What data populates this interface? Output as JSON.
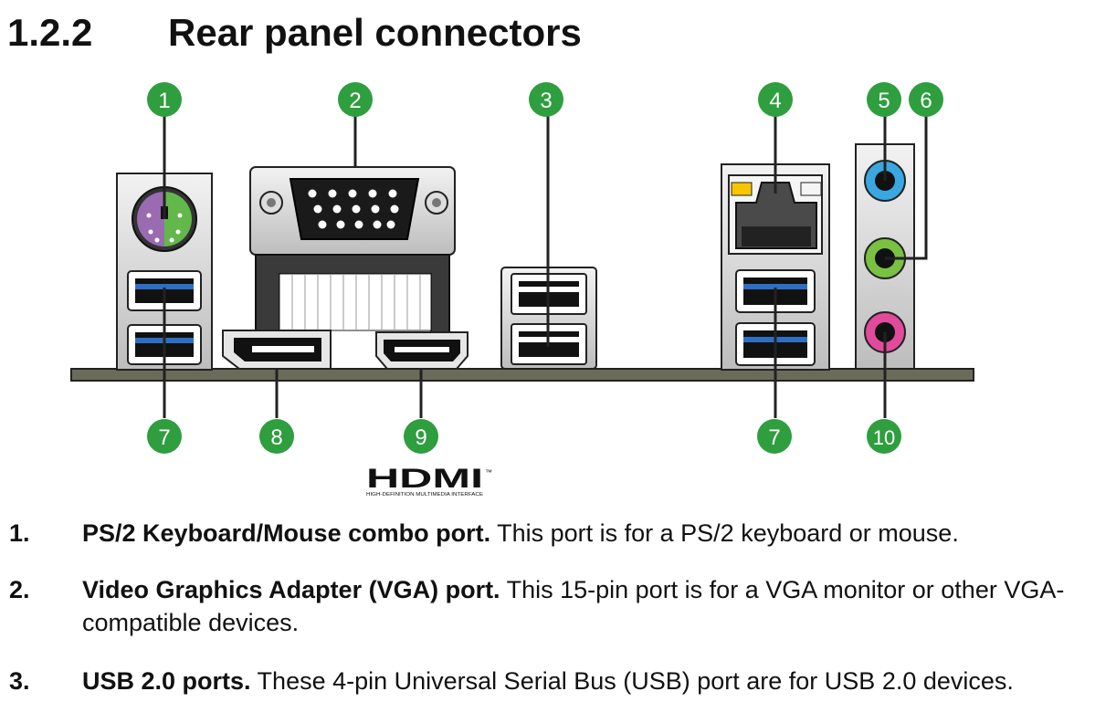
{
  "section": {
    "number": "1.2.2",
    "title": "Rear panel connectors"
  },
  "callouts": {
    "c1": "1",
    "c2": "2",
    "c3": "3",
    "c4": "4",
    "c5": "5",
    "c6": "6",
    "c7a": "7",
    "c8": "8",
    "c9": "9",
    "c7b": "7",
    "c10": "10"
  },
  "logo": {
    "text": "HDMI",
    "tagline": "HIGH-DEFINITION MULTIMEDIA INTERFACE",
    "mark": "™"
  },
  "items": [
    {
      "number": "1.",
      "heading": "PS/2 Keyboard/Mouse combo port.",
      "text": " This port is for a PS/2 keyboard or mouse."
    },
    {
      "number": "2.",
      "heading": "Video Graphics Adapter (VGA) port.",
      "text": " This 15-pin port is for a VGA monitor or other VGA-compatible devices."
    },
    {
      "number": "3.",
      "heading": "USB 2.0 ports.",
      "text": " These 4-pin Universal Serial Bus (USB) port are for USB 2.0 devices."
    }
  ],
  "colors": {
    "callout": "#2e9e3e",
    "ps2_purple": "#9a6bb0",
    "ps2_green": "#62b84a",
    "usb3_blue": "#2e6fc4",
    "audio_blue": "#3aa7e0",
    "audio_green": "#7ac142",
    "audio_pink": "#e24a9c",
    "led_yellow": "#f7c600",
    "board": "#6b6b5a"
  }
}
